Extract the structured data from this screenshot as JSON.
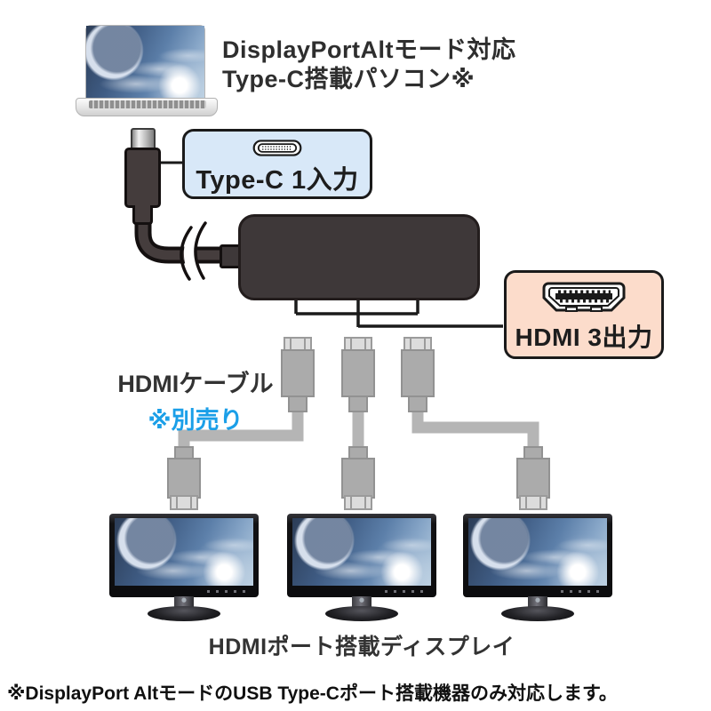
{
  "header": {
    "title_line1": "DisplayPortAltモード対応",
    "title_line2": "Type-C搭載パソコン※"
  },
  "callouts": {
    "typec_input": "Type-C 1入力",
    "hdmi_output": "HDMI 3出力"
  },
  "cable_note": {
    "line1": "HDMIケーブル",
    "line2": "※別売り"
  },
  "display_label": "HDMIポート搭載ディスプレイ",
  "footnote": "※DisplayPort AltモードのUSB Type-Cポート搭載機器のみ対応します。",
  "icons": {
    "typec_port": "typec-port-icon",
    "hdmi_port": "hdmi-port-icon",
    "usb_c_plug": "usb-c-plug",
    "hdmi_plug": "hdmi-plug"
  },
  "colors": {
    "typec_box_bg": "#d8e8f8",
    "hdmi_box_bg": "#fcdccb",
    "note_blue": "#1b9fe8",
    "adapter_body": "#3e3839",
    "cable_gray": "#b5b5b5",
    "connector_gray": "#ababab",
    "outline_black": "#1a1a1a"
  }
}
